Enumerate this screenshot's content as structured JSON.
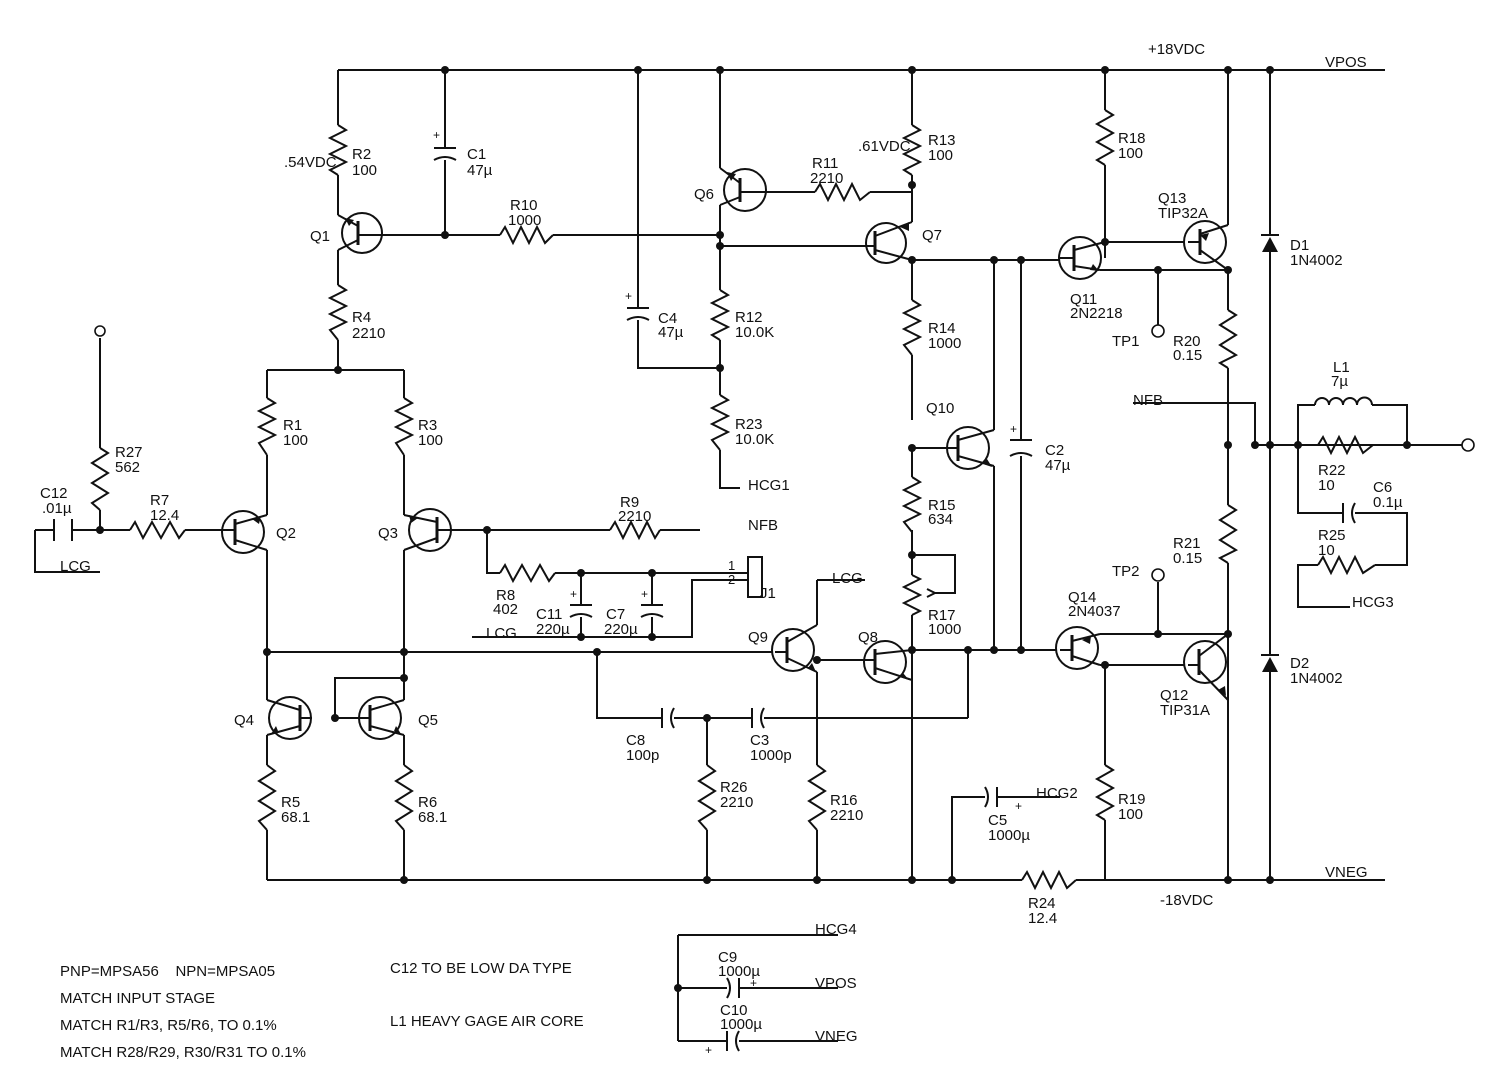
{
  "rails": {
    "pos_voltage": "+18VDC",
    "pos_net": "VPOS",
    "neg_voltage": "-18VDC",
    "neg_net": "VNEG"
  },
  "voltages": {
    "q1": ".54VDC",
    "q6": ".61VDC"
  },
  "nets": {
    "lcg": "LCG",
    "nfb": "NFB",
    "hcg1": "HCG1",
    "hcg2": "HCG2",
    "hcg3": "HCG3",
    "hcg4": "HCG4",
    "vpos": "VPOS",
    "vneg": "VNEG"
  },
  "testpoints": {
    "tp1": "TP1",
    "tp2": "TP2"
  },
  "resistors": {
    "r1": {
      "ref": "R1",
      "val": "100"
    },
    "r2": {
      "ref": "R2",
      "val": "100"
    },
    "r3": {
      "ref": "R3",
      "val": "100"
    },
    "r4": {
      "ref": "R4",
      "val": "2210"
    },
    "r5": {
      "ref": "R5",
      "val": "68.1"
    },
    "r6": {
      "ref": "R6",
      "val": "68.1"
    },
    "r7": {
      "ref": "R7",
      "val": "12.4"
    },
    "r8": {
      "ref": "R8",
      "val": "402"
    },
    "r9": {
      "ref": "R9",
      "val": "2210"
    },
    "r10": {
      "ref": "R10",
      "val": "1000"
    },
    "r11": {
      "ref": "R11",
      "val": "2210"
    },
    "r12": {
      "ref": "R12",
      "val": "10.0K"
    },
    "r13": {
      "ref": "R13",
      "val": "100"
    },
    "r14": {
      "ref": "R14",
      "val": "1000"
    },
    "r15": {
      "ref": "R15",
      "val": "634"
    },
    "r16": {
      "ref": "R16",
      "val": "2210"
    },
    "r17": {
      "ref": "R17",
      "val": "1000"
    },
    "r18": {
      "ref": "R18",
      "val": "100"
    },
    "r19": {
      "ref": "R19",
      "val": "100"
    },
    "r20": {
      "ref": "R20",
      "val": "0.15"
    },
    "r21": {
      "ref": "R21",
      "val": "0.15"
    },
    "r22": {
      "ref": "R22",
      "val": "10"
    },
    "r23": {
      "ref": "R23",
      "val": "10.0K"
    },
    "r24": {
      "ref": "R24",
      "val": "12.4"
    },
    "r25": {
      "ref": "R25",
      "val": "10"
    },
    "r26": {
      "ref": "R26",
      "val": "2210"
    },
    "r27": {
      "ref": "R27",
      "val": "562"
    }
  },
  "capacitors": {
    "c1": {
      "ref": "C1",
      "val": "47µ"
    },
    "c2": {
      "ref": "C2",
      "val": "47µ"
    },
    "c3": {
      "ref": "C3",
      "val": "1000p"
    },
    "c4": {
      "ref": "C4",
      "val": "47µ"
    },
    "c5": {
      "ref": "C5",
      "val": "1000µ"
    },
    "c6": {
      "ref": "C6",
      "val": "0.1µ"
    },
    "c7": {
      "ref": "C7",
      "val": "220µ"
    },
    "c8": {
      "ref": "C8",
      "val": "100p"
    },
    "c9": {
      "ref": "C9",
      "val": "1000µ"
    },
    "c10": {
      "ref": "C10",
      "val": "1000µ"
    },
    "c11": {
      "ref": "C11",
      "val": "220µ"
    },
    "c12": {
      "ref": "C12",
      "val": ".01µ"
    }
  },
  "transistors": {
    "q1": {
      "ref": "Q1"
    },
    "q2": {
      "ref": "Q2"
    },
    "q3": {
      "ref": "Q3"
    },
    "q4": {
      "ref": "Q4"
    },
    "q5": {
      "ref": "Q5"
    },
    "q6": {
      "ref": "Q6"
    },
    "q7": {
      "ref": "Q7"
    },
    "q8": {
      "ref": "Q8"
    },
    "q9": {
      "ref": "Q9"
    },
    "q10": {
      "ref": "Q10"
    },
    "q11": {
      "ref": "Q11",
      "part": "2N2218"
    },
    "q12": {
      "ref": "Q12",
      "part": "TIP31A"
    },
    "q13": {
      "ref": "Q13",
      "part": "TIP32A"
    },
    "q14": {
      "ref": "Q14",
      "part": "2N4037"
    }
  },
  "diodes": {
    "d1": {
      "ref": "D1",
      "part": "1N4002"
    },
    "d2": {
      "ref": "D2",
      "part": "1N4002"
    }
  },
  "inductor": {
    "ref": "L1",
    "val": "7µ"
  },
  "connector": {
    "ref": "J1",
    "pin1": "1",
    "pin2": "2"
  },
  "notes": {
    "left": [
      "PNP=MPSA56    NPN=MPSA05",
      "MATCH INPUT STAGE",
      "MATCH R1/R3, R5/R6, TO 0.1%",
      "MATCH R28/R29, R30/R31 TO 0.1%"
    ],
    "right": [
      "C12 TO BE LOW DA TYPE",
      "L1 HEAVY GAGE AIR CORE"
    ]
  }
}
